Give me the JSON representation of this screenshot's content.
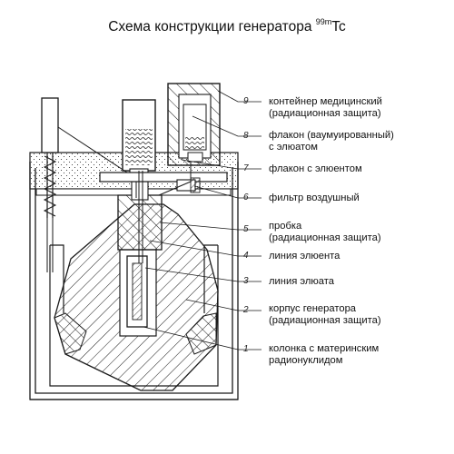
{
  "title": {
    "text": "Схема конструкции генератора ",
    "superscript": "99m",
    "suffix": "Tc"
  },
  "callouts": [
    {
      "number": "9",
      "line1": "контейнер медицинский",
      "line2": "(радиационная защита)"
    },
    {
      "number": "8",
      "line1": "флакон (ваумуированный)",
      "line2": "с элюатом"
    },
    {
      "number": "7",
      "line1": "флакон с элюентом",
      "line2": ""
    },
    {
      "number": "6",
      "line1": "фильтр воздушный",
      "line2": ""
    },
    {
      "number": "5",
      "line1": "пробка",
      "line2": "(радиационная защита)"
    },
    {
      "number": "4",
      "line1": "линия элюента",
      "line2": ""
    },
    {
      "number": "3",
      "line1": "линия элюата",
      "line2": ""
    },
    {
      "number": "2",
      "line1": "корпус генератора",
      "line2": "(радиационная защита)"
    },
    {
      "number": "1",
      "line1": "колонка с материнским",
      "line2": "радионуклидом"
    }
  ],
  "colors": {
    "stroke": "#1a1a1a",
    "text": "#111111",
    "background": "#ffffff"
  }
}
